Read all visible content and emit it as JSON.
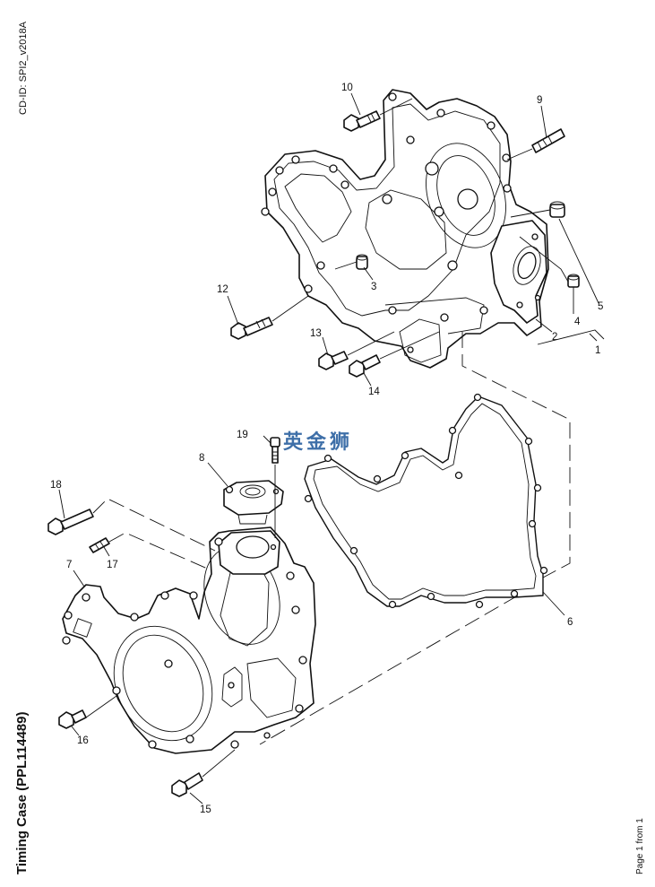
{
  "document": {
    "cd_id": "CD-ID: SPI2_v2018A",
    "title": "Timing Case (PPL114489)",
    "page_indicator": "Page 1 from 1",
    "watermark": "英金狮",
    "watermark_color": "#3e6fa8"
  },
  "callouts": [
    {
      "label": "1"
    },
    {
      "label": "2"
    },
    {
      "label": "3"
    },
    {
      "label": "4"
    },
    {
      "label": "5"
    },
    {
      "label": "6"
    },
    {
      "label": "7"
    },
    {
      "label": "8"
    },
    {
      "label": "9"
    },
    {
      "label": "10"
    },
    {
      "label": "12"
    },
    {
      "label": "13"
    },
    {
      "label": "14"
    },
    {
      "label": "15"
    },
    {
      "label": "16"
    },
    {
      "label": "17"
    },
    {
      "label": "18"
    },
    {
      "label": "19"
    }
  ],
  "parts": [
    {
      "name": "timing-case-housing"
    },
    {
      "name": "gasket"
    },
    {
      "name": "front-cover"
    },
    {
      "name": "cap"
    },
    {
      "name": "bolt"
    },
    {
      "name": "stud"
    },
    {
      "name": "dowel"
    },
    {
      "name": "plug"
    }
  ]
}
